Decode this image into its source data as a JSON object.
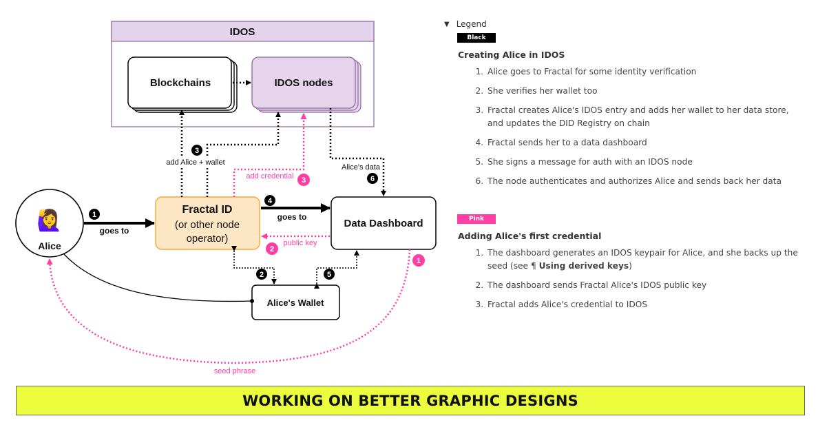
{
  "diagram": {
    "idos_title": "IDOS",
    "blockchains": "Blockchains",
    "idos_nodes": "IDOS nodes",
    "alice": "Alice",
    "alice_emoji": "🙋‍♀️",
    "fractal_line1": "Fractal ID",
    "fractal_line2": "(or other node",
    "fractal_line3": "operator)",
    "dashboard": "Data Dashboard",
    "wallet": "Alice's Wallet",
    "label_goes_to_1": "goes to",
    "label_goes_to_4": "goes to",
    "label_add_alice": "add Alice + wallet",
    "label_add_credential": "add credential",
    "label_alices_data": "Alice's data",
    "label_public_key": "public key",
    "label_seed_phrase": "seed phrase",
    "step_1": "1",
    "step_2": "2",
    "step_3": "3",
    "step_4": "4",
    "step_5": "5",
    "step_6": "6",
    "pink_step_1": "1",
    "pink_step_2": "2",
    "pink_step_3": "3"
  },
  "legend": {
    "toggle_label": "Legend",
    "black_tag": "Black",
    "black_title": "Creating Alice in IDOS",
    "black_items": [
      "Alice goes to Fractal for some identity verification",
      "She verifies her wallet too",
      "Fractal creates Alice's IDOS entry and adds her wallet to her data store, and updates the DID Registry on chain",
      "Fractal sends her to a data dashboard",
      "She signs a message for auth with an IDOS node",
      "The node authenticates and authorizes Alice and sends back her data"
    ],
    "pink_tag": "Pink",
    "pink_title": "Adding Alice's first credential",
    "pink_item1_prefix": "The dashboard generates an IDOS keypair for Alice, and she backs up the seed (see",
    "pink_item1_link_icon": "¶",
    "pink_item1_link": "Using derived keys",
    "pink_item1_suffix": ")",
    "pink_items_rest": [
      "The dashboard sends Fractal Alice's IDOS public key",
      "Fractal adds Alice's credential to IDOS"
    ]
  },
  "banner": "WORKING ON BETTER GRAPHIC DESIGNS",
  "colors": {
    "pink": "#ff3ea5",
    "idos_header": "#e3d3ec",
    "idos_border": "#8a6a9c",
    "nodes_fill": "#e6d3ec",
    "fractal_fill": "#fde6c4",
    "fractal_border": "#f0a93b",
    "banner": "#ebfd3c"
  }
}
